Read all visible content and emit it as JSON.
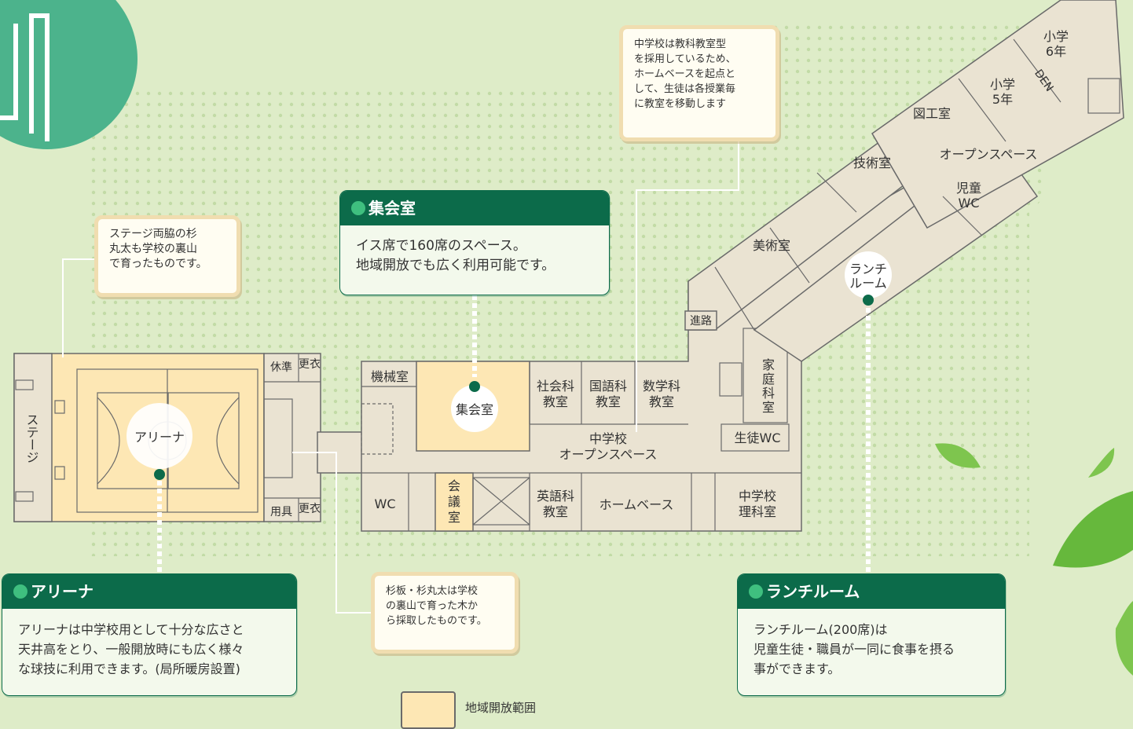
{
  "legend": {
    "label": "地域開放範囲",
    "color": "#fde7b4"
  },
  "colors": {
    "background": "#deecc8",
    "accent_green": "#0c6b4a",
    "open_area": "#fde7b4",
    "room": "#eae3d2"
  },
  "rooms": {
    "stage": "ステージ",
    "arena": "アリーナ",
    "kyujun": "休準",
    "kouishitsu_top": "更衣",
    "yougu": "用具",
    "kouishitsu_bottom": "更衣",
    "kikaishitsu": "機械室",
    "shukaishitsu": "集会室",
    "shakai_1": "社会科",
    "shakai_2": "教室",
    "kokugo_1": "国語科",
    "kokugo_2": "教室",
    "sugaku_1": "数学科",
    "sugaku_2": "教室",
    "open_space_1": "中学校",
    "open_space_2": "オープンスペース",
    "wc": "WC",
    "kaigi_1": "会",
    "kaigi_2": "議",
    "kaigi_3": "室",
    "eigo_1": "英語科",
    "eigo_2": "教室",
    "home_base": "ホームベース",
    "rika_1": "中学校",
    "rika_2": "理科室",
    "seito_wc": "生徒WC",
    "katei_1": "家",
    "katei_2": "庭",
    "katei_3": "科",
    "katei_4": "室",
    "shinro": "進路",
    "bijutsu": "美術室",
    "lunch_1": "ランチ",
    "lunch_2": "ルーム",
    "gijutsu": "技術室",
    "zuko": "図工室",
    "open_space_elem": "オープンスペース",
    "jido_wc_1": "児童",
    "jido_wc_2": "WC",
    "sho5_1": "小学",
    "sho5_2": "5年",
    "sho6_1": "小学",
    "sho6_2": "6年",
    "den": "DEN"
  },
  "callouts": {
    "stage_wood": [
      "ステージ両脇の杉",
      "丸太も学校の裏山",
      "で育ったものです。"
    ],
    "curriculum": [
      "中学校は教科教室型",
      "を採用しているため、",
      "ホームベースを起点と",
      "して、生徒は各授業毎",
      "に教室を移動します"
    ],
    "cedar": [
      "杉板・杉丸太は学校",
      "の裏山で育った木か",
      "ら採取したものです。"
    ]
  },
  "panels": {
    "shukai": {
      "title": "集会室",
      "lines": [
        "イス席で160席のスペース。",
        "地域開放でも広く利用可能です。"
      ]
    },
    "arena": {
      "title": "アリーナ",
      "lines": [
        "アリーナは中学校用として十分な広さと",
        "天井高をとり、一般開放時にも広く様々",
        "な球技に利用できます。(局所暖房設置)"
      ]
    },
    "lunch": {
      "title": "ランチルーム",
      "lines": [
        "ランチルーム(200席)は",
        "児童生徒・職員が一同に食事を摂る",
        "事ができます。"
      ]
    }
  }
}
